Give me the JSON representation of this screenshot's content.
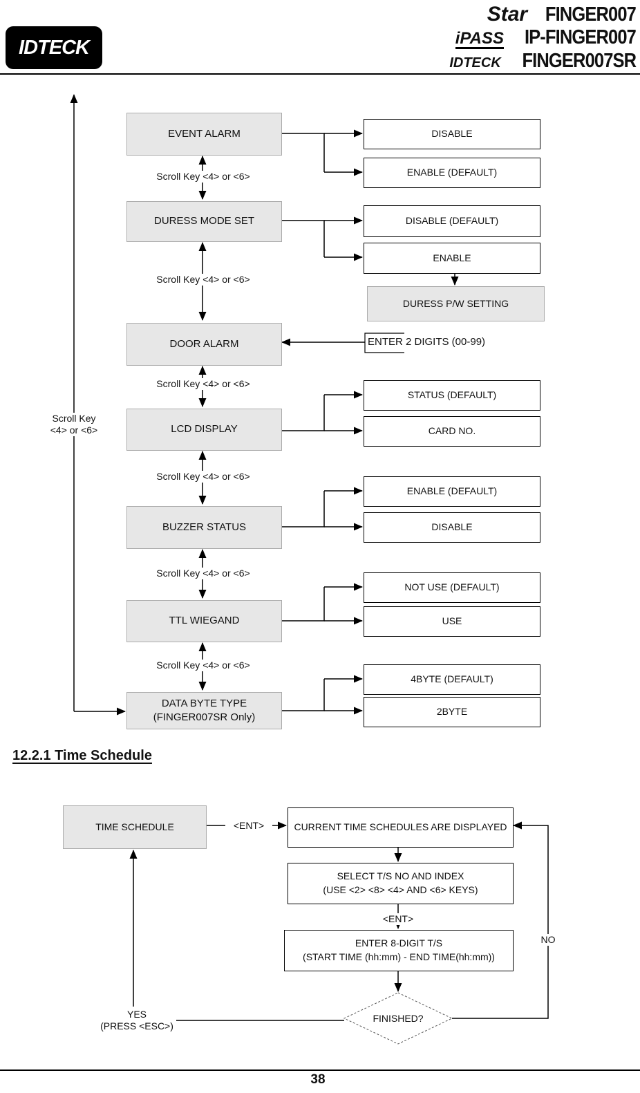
{
  "colors": {
    "menu_box_fill": "#e7e7e7",
    "menu_box_border": "#ababab",
    "line": "#000000",
    "text": "#111111"
  },
  "header": {
    "logo_text": "IDTECK",
    "products": [
      {
        "brand": "Star",
        "model": "FINGER007"
      },
      {
        "brand": "iPASS",
        "model": "IP-FINGER007"
      },
      {
        "brand": "IDTECK",
        "model": "FINGER007SR"
      }
    ]
  },
  "flowchart1": {
    "side_scroll_label_line1": "Scroll Key",
    "side_scroll_label_line2": "<4> or <6>",
    "scroll_key_label": "Scroll Key <4> or <6>",
    "rows": [
      {
        "menu": "EVENT ALARM",
        "options": [
          "DISABLE",
          "ENABLE (DEFAULT)"
        ]
      },
      {
        "menu": "DURESS MODE SET",
        "options": [
          "DISABLE (DEFAULT)",
          "ENABLE"
        ],
        "extra": "DURESS P/W SETTING"
      },
      {
        "menu": "DOOR ALARM",
        "note": "ENTER 2 DIGITS (00-99)"
      },
      {
        "menu": "LCD DISPLAY",
        "options": [
          "STATUS (DEFAULT)",
          "CARD NO."
        ]
      },
      {
        "menu": "BUZZER STATUS",
        "options": [
          "ENABLE (DEFAULT)",
          "DISABLE"
        ]
      },
      {
        "menu": "TTL WIEGAND",
        "options": [
          "NOT USE (DEFAULT)",
          "USE"
        ]
      },
      {
        "menu_line1": "DATA BYTE TYPE",
        "menu_line2": "(FINGER007SR Only)",
        "options": [
          "4BYTE (DEFAULT)",
          "2BYTE"
        ]
      }
    ]
  },
  "section": {
    "heading": "12.2.1 Time Schedule"
  },
  "flowchart2": {
    "start": "TIME SCHEDULE",
    "ent_label": "<ENT>",
    "step1": "CURRENT TIME SCHEDULES ARE DISPLAYED",
    "step2_line1": "SELECT T/S NO AND INDEX",
    "step2_line2": "(USE <2> <8> <4> AND <6> KEYS)",
    "step3_line1": "ENTER 8-DIGIT T/S",
    "step3_line2": "(START TIME (hh:mm) - END TIME(hh:mm))",
    "decision": "FINISHED?",
    "yes_line1": "YES",
    "yes_line2": "(PRESS <ESC>)",
    "no_label": "NO"
  },
  "footer": {
    "page_number": "38"
  }
}
